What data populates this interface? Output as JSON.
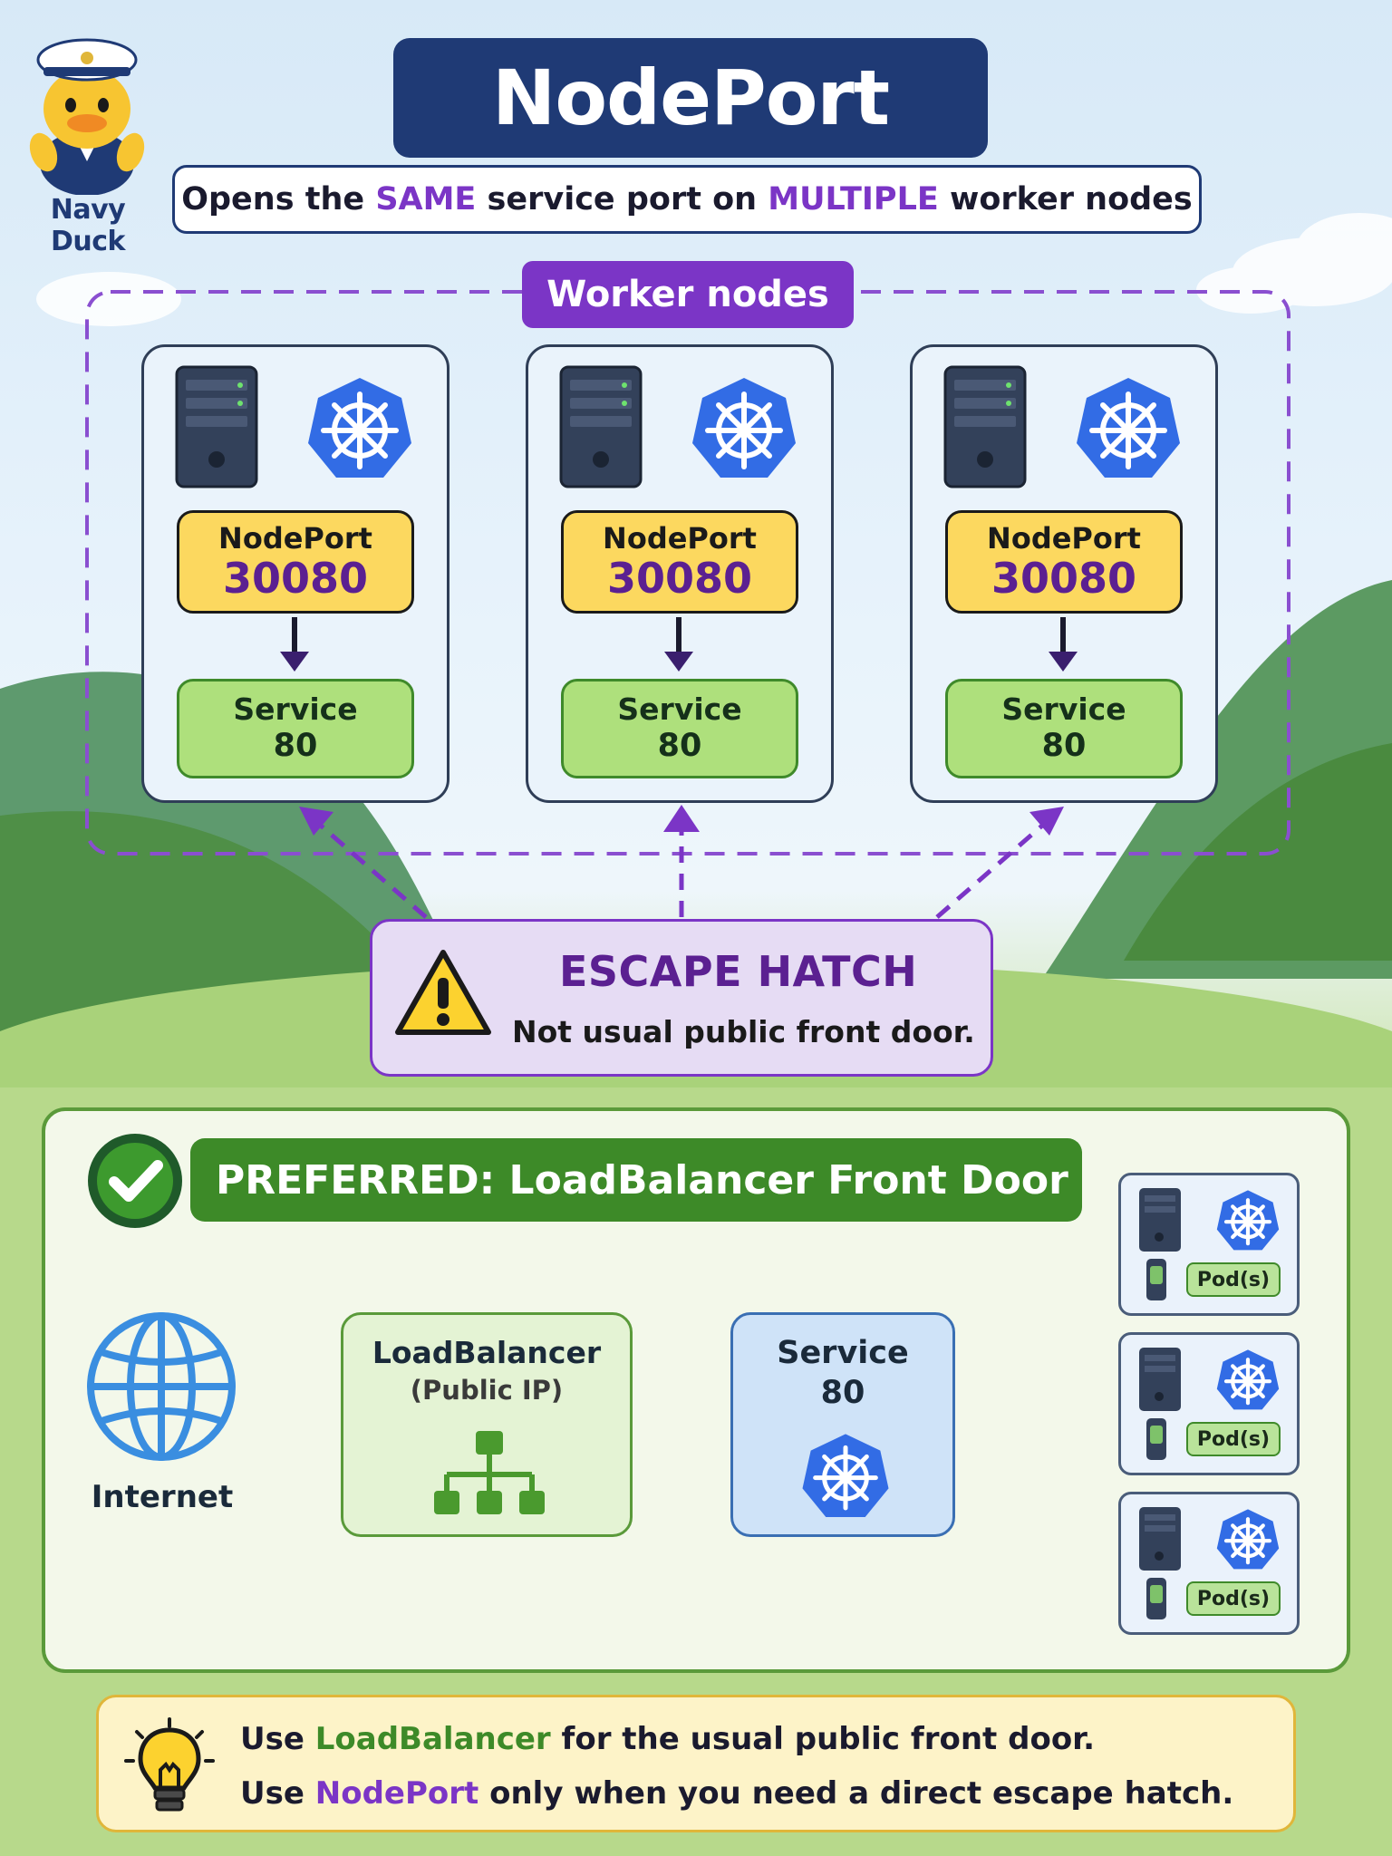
{
  "mascot": {
    "label": "Navy Duck"
  },
  "header": {
    "title": "NodePort",
    "subtitle_parts": [
      "Opens the ",
      "SAME",
      " service port on ",
      "MULTIPLE",
      " worker nodes"
    ]
  },
  "worker_group": {
    "label": "Worker nodes",
    "nodes": [
      {
        "nodeport_label": "NodePort",
        "nodeport_value": "30080",
        "service_label": "Service",
        "service_port": "80"
      },
      {
        "nodeport_label": "NodePort",
        "nodeport_value": "30080",
        "service_label": "Service",
        "service_port": "80"
      },
      {
        "nodeport_label": "NodePort",
        "nodeport_value": "30080",
        "service_label": "Service",
        "service_port": "80"
      }
    ]
  },
  "escape": {
    "title": "ESCAPE HATCH",
    "subtitle": "Not usual public front door."
  },
  "preferred": {
    "banner": "PREFERRED: LoadBalancer Front Door",
    "internet_label": "Internet",
    "loadbalancer_title": "LoadBalancer",
    "loadbalancer_sub": "(Public IP)",
    "service_title": "Service",
    "service_port": "80",
    "pods": [
      "Pod(s)",
      "Pod(s)",
      "Pod(s)"
    ]
  },
  "tip": {
    "line1_parts": [
      "Use ",
      "LoadBalancer",
      " for the usual public front door."
    ],
    "line2_parts": [
      "Use ",
      "NodePort",
      " only when you need a direct escape hatch."
    ]
  },
  "colors": {
    "navy": "#1f3a75",
    "purple": "#7b35c6",
    "nodeport_yellow": "#fcd85f",
    "service_green": "#aee07c",
    "preferred_green": "#3d8a28",
    "k8s_blue": "#326ce5",
    "arrow_blue": "#3a8ee0"
  }
}
